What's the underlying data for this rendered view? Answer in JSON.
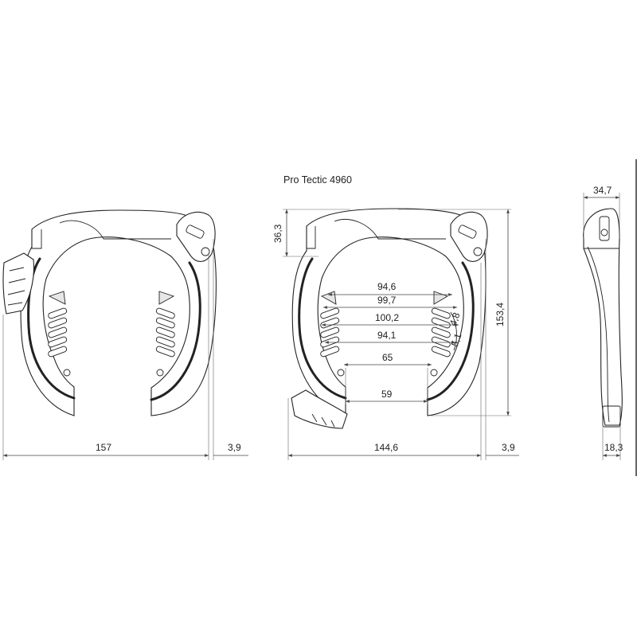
{
  "title": "Pro Tectic 4960",
  "front_view_left": {
    "width": "157",
    "offset": "3,9"
  },
  "front_view_center": {
    "width": "144,6",
    "offset": "3,9",
    "top_height": "36,3",
    "total_height": "153,4",
    "inner_widths": [
      "94,6",
      "99,7",
      "100,2",
      "94,1",
      "65",
      "59"
    ],
    "angles": [
      "4,8",
      "5,1"
    ]
  },
  "side_view": {
    "top_width": "34,7",
    "bottom_width": "18,3"
  }
}
